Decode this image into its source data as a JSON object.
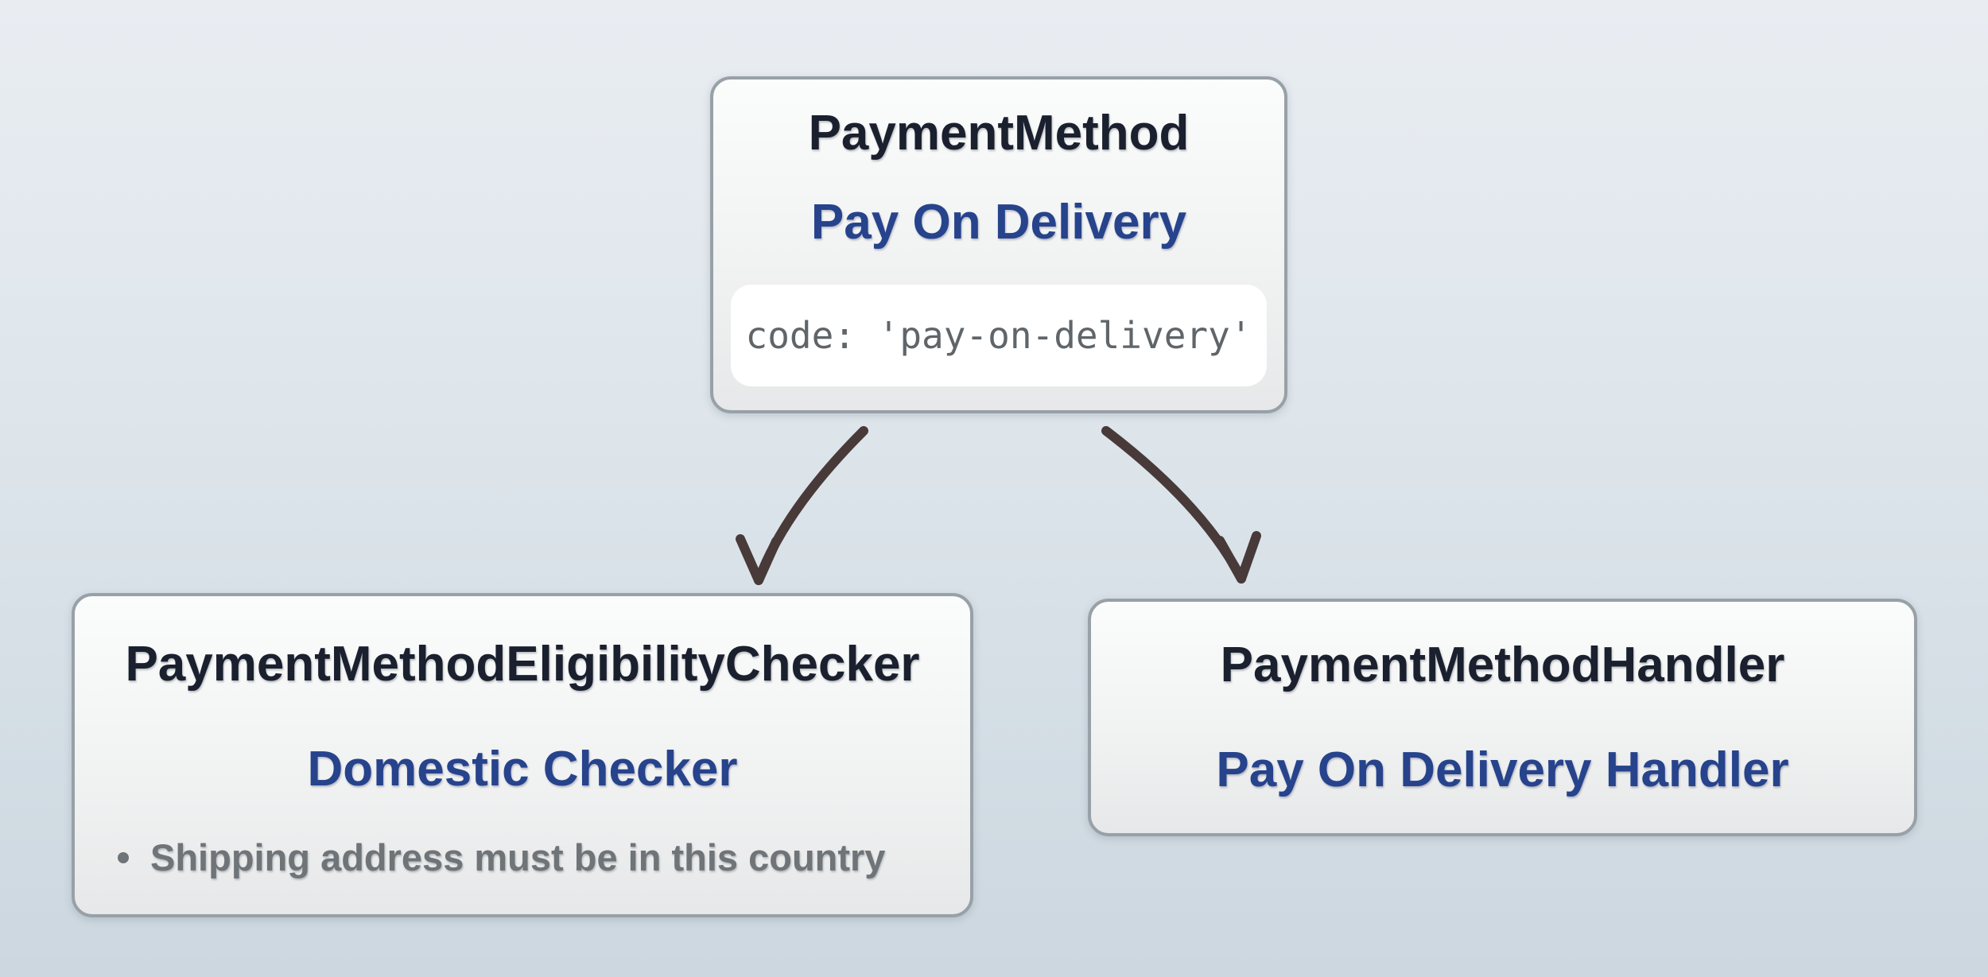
{
  "nodes": {
    "payment_method": {
      "title": "PaymentMethod",
      "label": "Pay On Delivery",
      "code": "code: 'pay-on-delivery'"
    },
    "eligibility_checker": {
      "title": "PaymentMethodEligibilityChecker",
      "label": "Domestic Checker",
      "rules": [
        "Shipping address must be in this country"
      ]
    },
    "handler": {
      "title": "PaymentMethodHandler",
      "label": "Pay On Delivery Handler"
    }
  },
  "edges": [
    {
      "from": "payment_method",
      "to": "eligibility_checker"
    },
    {
      "from": "payment_method",
      "to": "handler"
    }
  ],
  "colors": {
    "canvas_top": "#e9edf2",
    "canvas_mid": "#dde5eb",
    "canvas_bottom": "#ccd7df",
    "node_border": "#98a1a7",
    "node_fill_top": "#fbfcfc",
    "node_fill_bottom": "#e7e8e9",
    "title_text": "#1a202e",
    "accent_text": "#26438c",
    "code_text": "#5f6569",
    "code_background": "#ffffff",
    "rule_text": "#6f7478",
    "arrow": "#483a38"
  }
}
